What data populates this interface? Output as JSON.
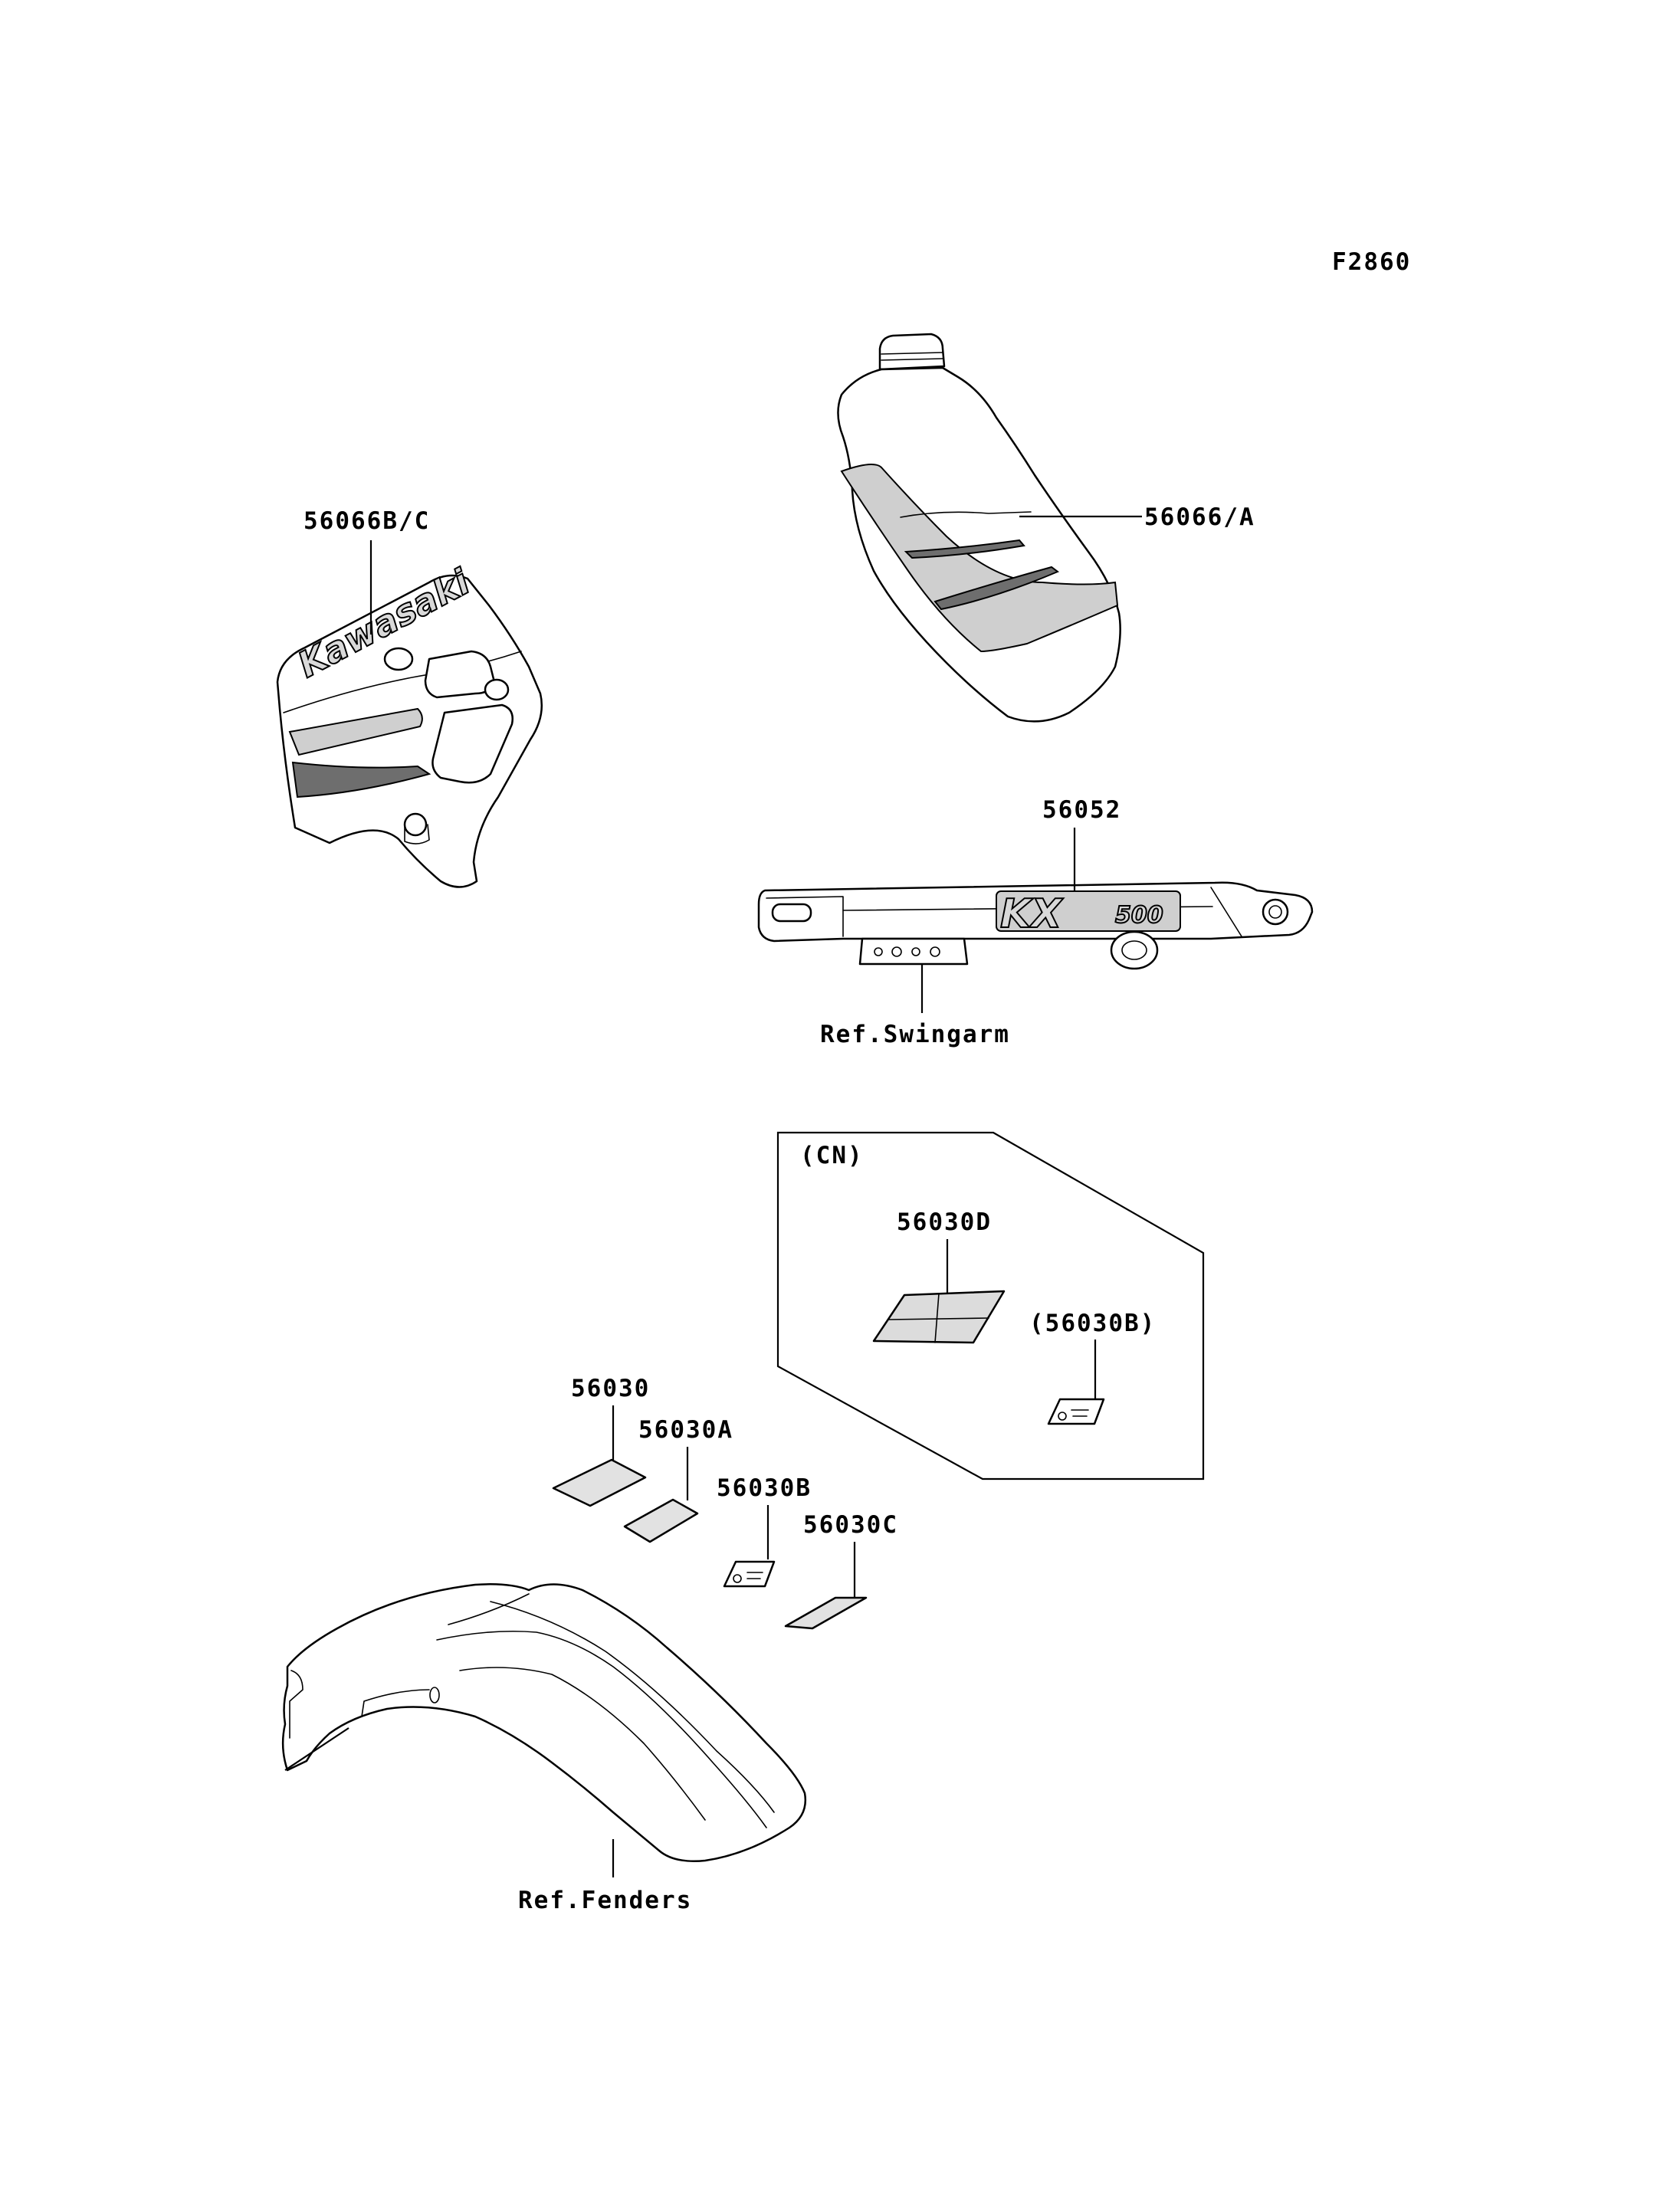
{
  "figure_code": "F2860",
  "colors": {
    "line": "#000000",
    "background": "#ffffff",
    "shade": "#cfcfcf",
    "dark_shade": "#6e6e6e"
  },
  "labels": {
    "side_cover_decal": "56066B/C",
    "tank_decal": "56066/A",
    "swingarm_decal": "56052",
    "ref_swingarm": "Ref.Swingarm",
    "cn_title": "(CN)",
    "cn_decal_d": "56030D",
    "cn_decal_b": "(56030B)",
    "decal_56030": "56030",
    "decal_56030a": "56030A",
    "decal_56030b": "56030B",
    "decal_56030c": "56030C",
    "ref_fenders": "Ref.Fenders"
  },
  "logos": {
    "side_cover": "Kawasaki",
    "swingarm_brand": "KX",
    "swingarm_model": "500"
  }
}
